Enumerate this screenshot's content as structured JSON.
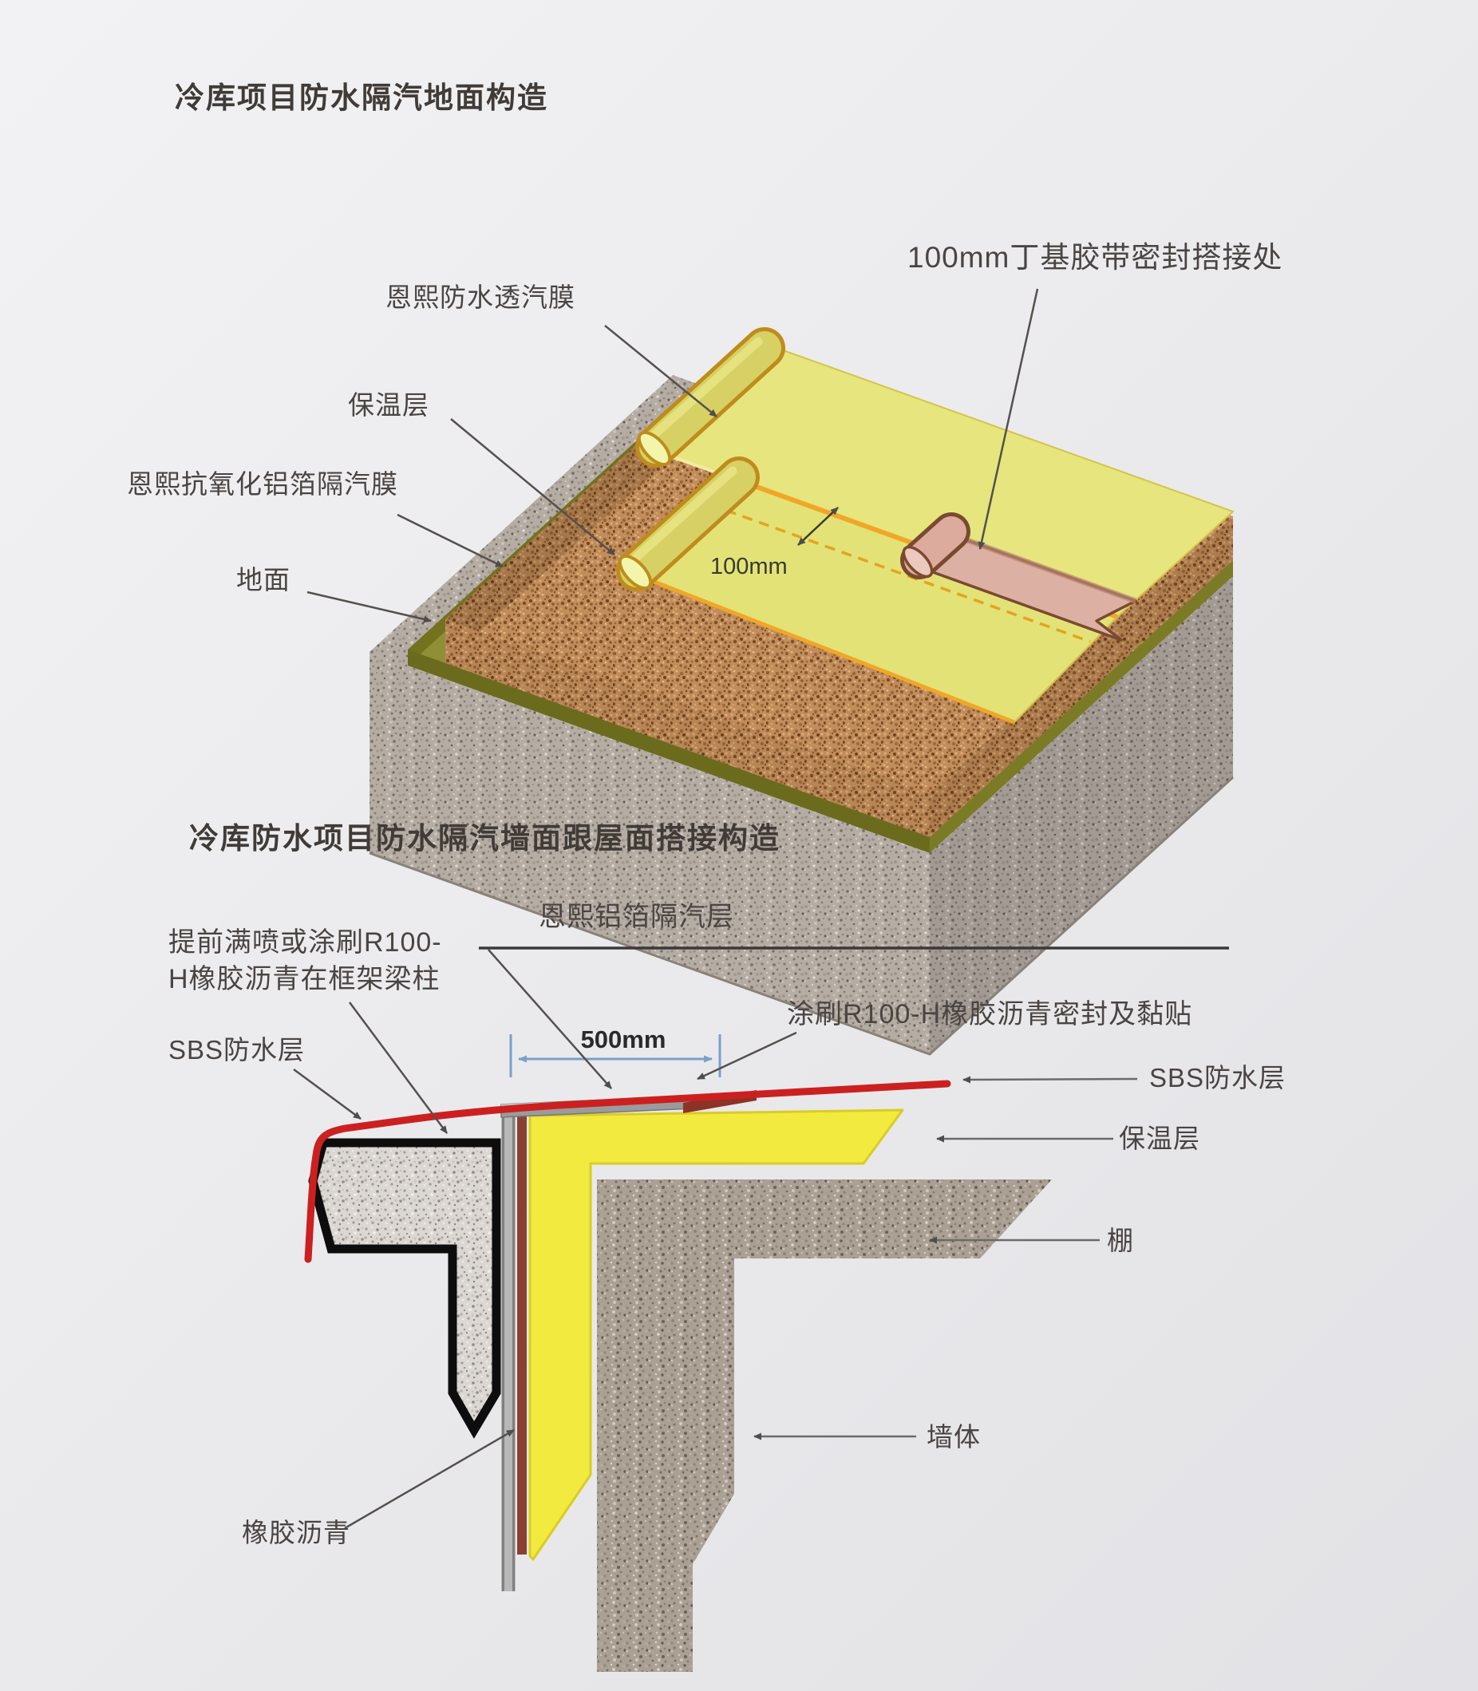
{
  "top_diagram": {
    "title": "冷库项目防水隔汽地面构造",
    "labels": {
      "membrane": "恩熙防水透汽膜",
      "insulation": "保温层",
      "foil": "恩熙抗氧化铝箔隔汽膜",
      "ground": "地面",
      "tape": "100mm丁基胶带密封搭接处",
      "overlap": "100mm"
    },
    "colors": {
      "membrane_sheet": "#e6e57e",
      "membrane_sheet_front": "#e3e277",
      "seam_line": "#f0a728",
      "roll_body": "#d7d065",
      "roll_outline": "#bf8c1c",
      "tape_band": "#dcb0a2",
      "tape_outline": "#7a4a30",
      "foil_olive": "#8f8f36",
      "cork_base": "#c28d5c",
      "concrete_base": "#b5aca4"
    }
  },
  "bottom_diagram": {
    "title": "冷库防水项目防水隔汽墙面跟屋面搭接构造",
    "labels": {
      "foil_layer": "恩熙铝箔隔汽层",
      "precoat_line1": "提前满喷或涂刷R100-",
      "precoat_line2": "H橡胶沥青在框架梁柱",
      "sbs_left": "SBS防水层",
      "dim": "500mm",
      "coat_seal": "涂刷R100-H橡胶沥青密封及黏贴",
      "sbs_right": "SBS防水层",
      "insulation": "保温层",
      "ceiling": "棚",
      "wall": "墙体",
      "rubber_asphalt": "橡胶沥青"
    },
    "colors": {
      "sbs_red": "#cc2020",
      "insulation_yellow": "#f2ea3e",
      "insulation_yellow_edge": "#d9cc24",
      "rubber_brown": "#8a4030",
      "seal_maroon": "#8a3326",
      "foil_gray": "#b8b8b8",
      "dim_blue": "#7aa0cc",
      "beam_outline": "#0d0d0d"
    }
  }
}
